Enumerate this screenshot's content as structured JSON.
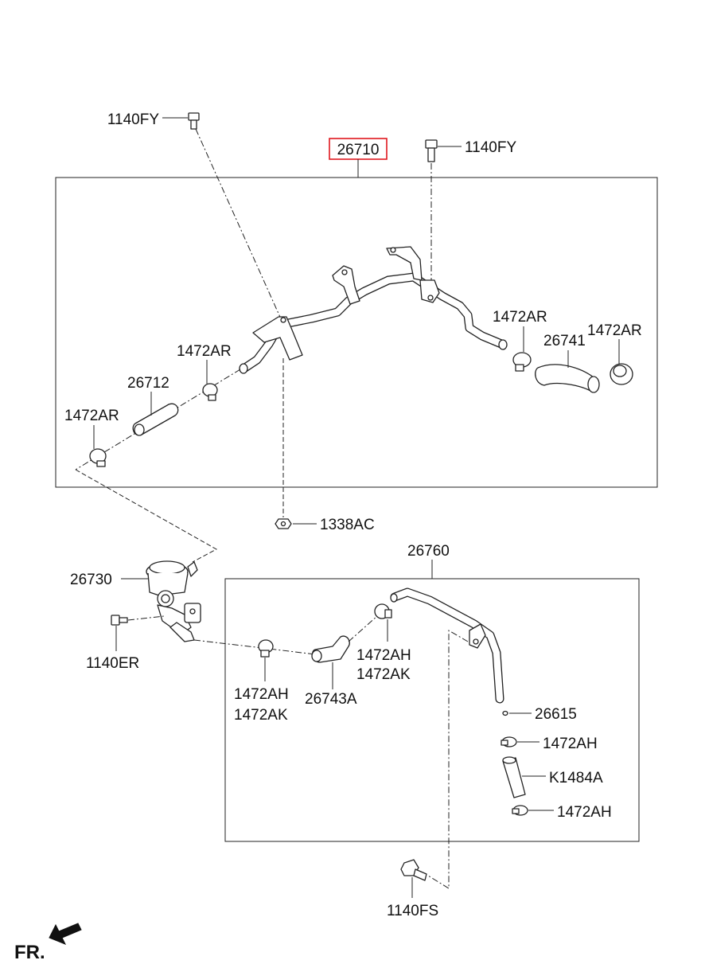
{
  "labels": {
    "main_assembly": "26710",
    "bolt_top_left": "1140FY",
    "bolt_top_right": "1140FY",
    "clamp_right_1": "1472AR",
    "hose_right": "26741",
    "clamp_right_2": "1472AR",
    "clamp_mid": "1472AR",
    "hose_left": "26712",
    "clamp_left": "1472AR",
    "nut": "1338AC",
    "lower_assembly": "26760",
    "valve": "26730",
    "bolt_valve": "1140ER",
    "clamp_lower_1a": "1472AH",
    "clamp_lower_1b": "1472AK",
    "hose_lower": "26743A",
    "clamp_lower_2a": "1472AH",
    "clamp_lower_2b": "1472AK",
    "plug": "26615",
    "clamp_k_top": "1472AH",
    "hose_k": "K1484A",
    "clamp_k_bottom": "1472AH",
    "bolt_bottom": "1140FS",
    "front_marker": "FR."
  },
  "colors": {
    "highlight": "#e0191f",
    "line": "#222222"
  }
}
